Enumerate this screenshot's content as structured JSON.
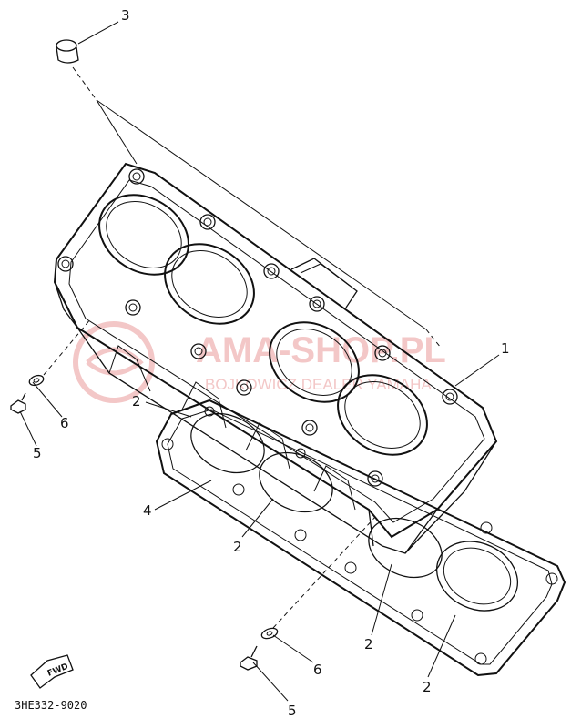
{
  "diagram": {
    "part_code": "3HE332-9020",
    "fwd_label": "FWD",
    "watermark": {
      "main": "AMA-SHOP.PL",
      "sub": "BOJKOWICZ DEALER YAMAHA"
    },
    "callouts": {
      "c1": "1",
      "c2a": "2",
      "c2b": "2",
      "c2c": "2",
      "c2d": "2",
      "c3": "3",
      "c4": "4",
      "c5a": "5",
      "c5b": "5",
      "c6a": "6",
      "c6b": "6"
    }
  }
}
